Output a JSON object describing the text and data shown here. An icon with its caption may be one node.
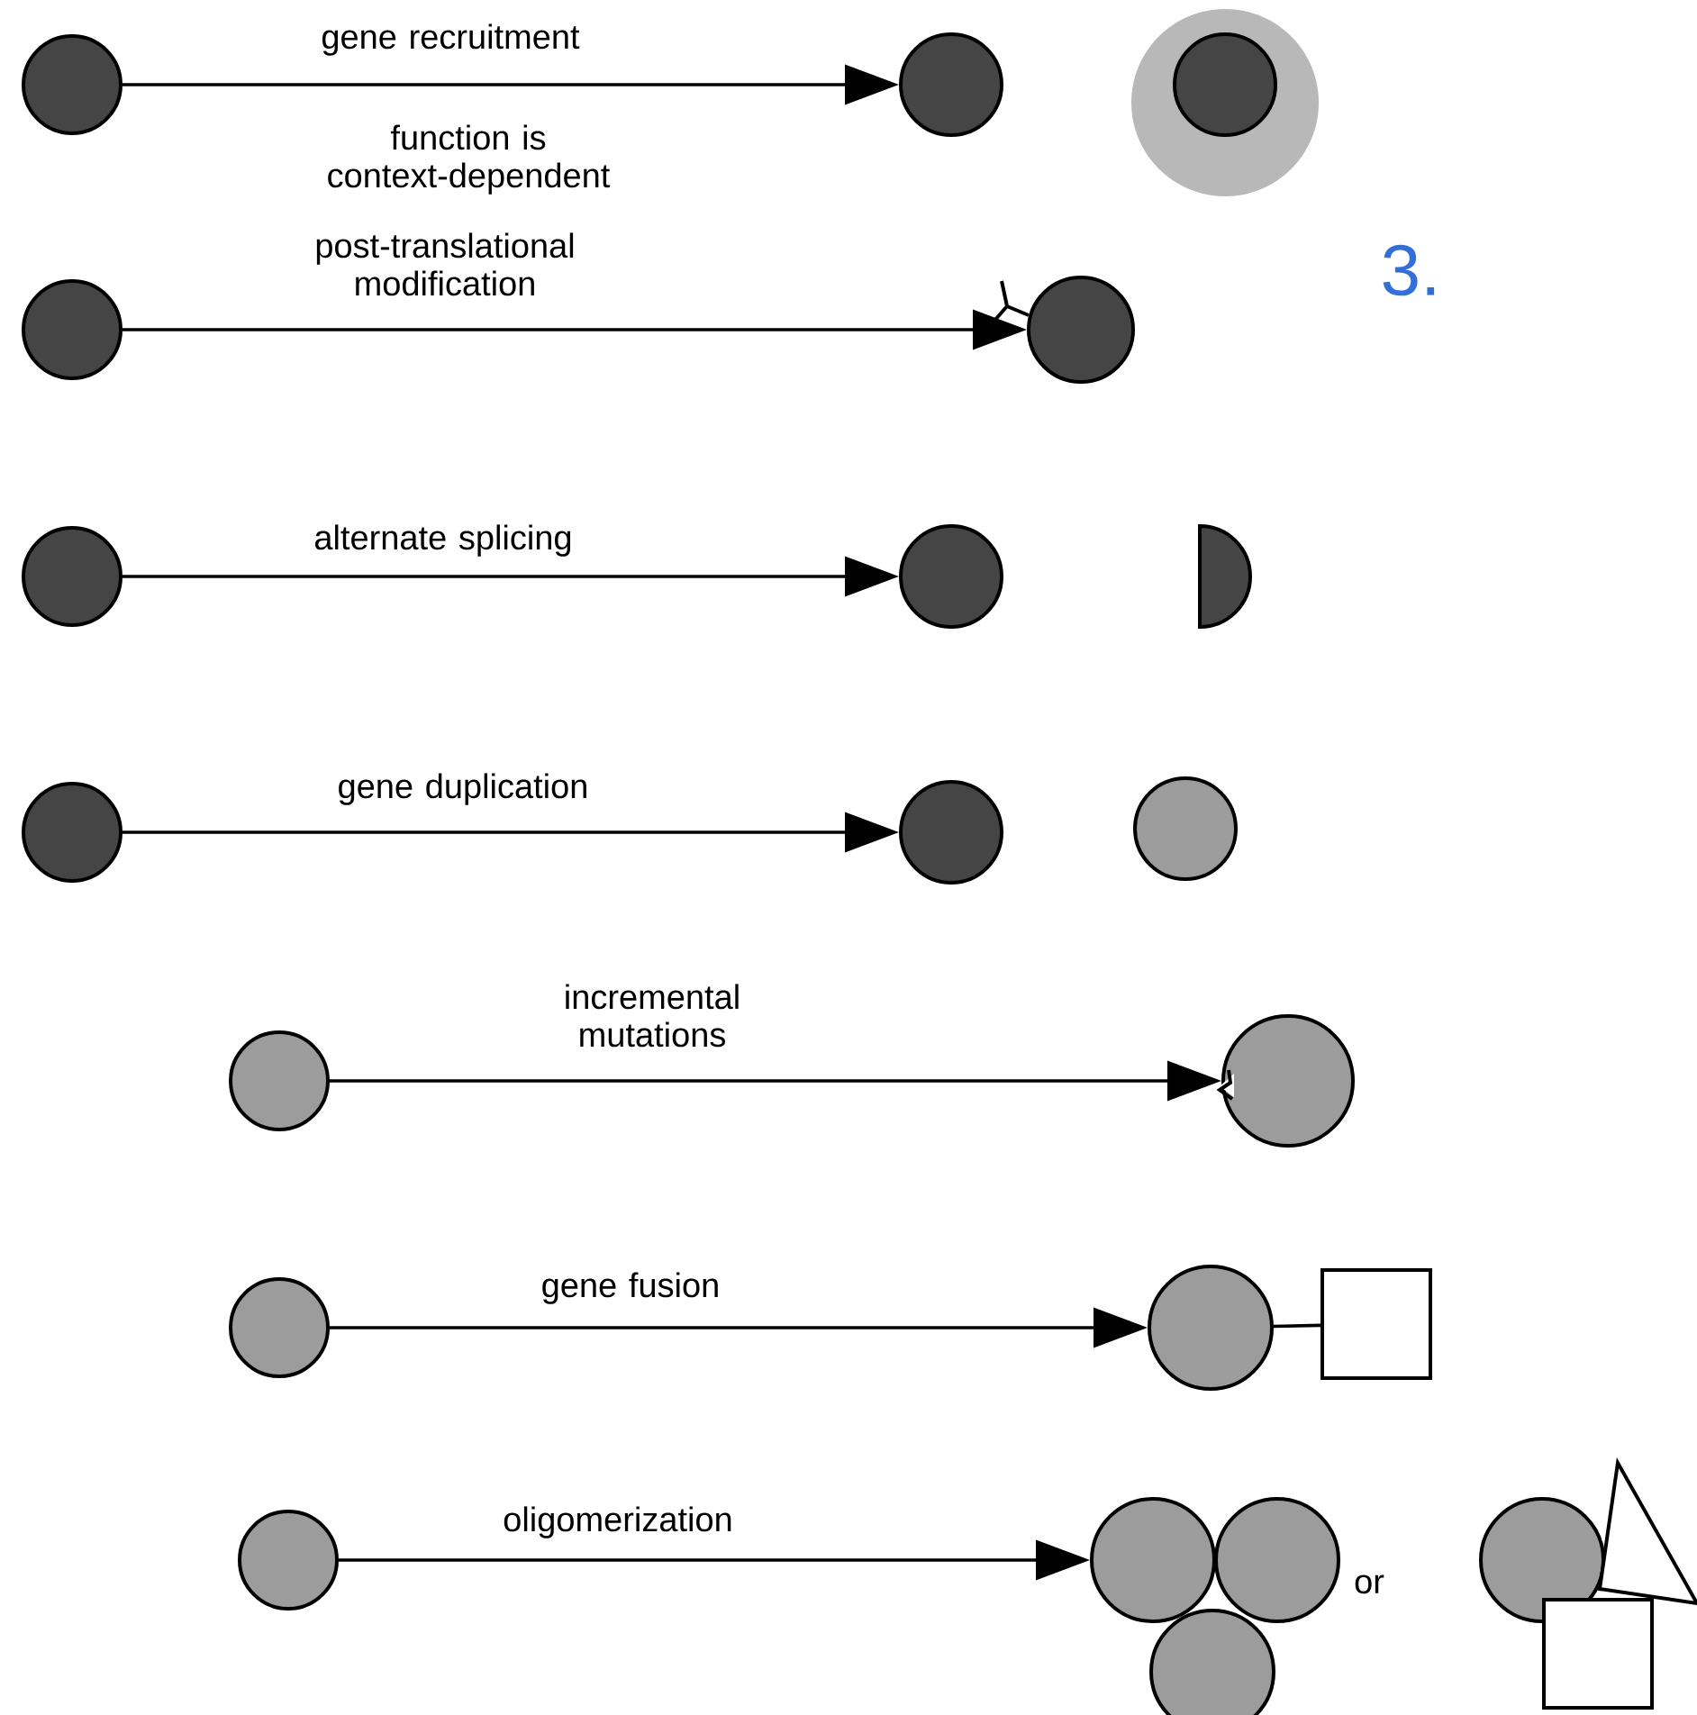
{
  "diagram": {
    "nodes": [
      {
        "text": [],
        "shape": "circle"
      },
      {
        "text": [],
        "shape": "circle"
      },
      {
        "text": [],
        "shape": "circle"
      },
      {
        "text": [],
        "shape": "circle",
        "in": 2
      },
      {
        "text": [],
        "shape": "circle"
      },
      {
        "text": [],
        "shape": "circle"
      },
      {
        "text": [],
        "shape": "circle"
      },
      {
        "text": [],
        "shape": "circle"
      },
      {
        "text": [],
        "shape": "semicircle"
      },
      {
        "text": [],
        "shape": "circle"
      },
      {
        "text": [],
        "shape": "circle"
      },
      {
        "text": [],
        "shape": "circle"
      },
      {
        "text": [],
        "shape": "circle"
      },
      {
        "text": [],
        "shape": "circle"
      },
      {
        "text": [],
        "shape": "circle"
      },
      {
        "text": [],
        "shape": "circle"
      },
      {
        "text": [],
        "shape": "box"
      },
      {
        "text": [],
        "shape": "circle"
      },
      {
        "text": [],
        "shape": "circle"
      },
      {
        "text": [],
        "shape": "circle"
      },
      {
        "text": [],
        "shape": "circle"
      },
      {
        "text": [],
        "shape": "circle"
      },
      {
        "text": [],
        "shape": "triangle"
      },
      {
        "text": [],
        "shape": "box"
      }
    ],
    "edges": [
      {
        "from": 0,
        "to": 1,
        "arrow": "to",
        "label": "gene recruitment"
      },
      {
        "from": 4,
        "to": 5,
        "arrow": "to",
        "label": "post-translational modification"
      },
      {
        "from": 6,
        "to": 7,
        "arrow": "to",
        "label": "alternate splicing"
      },
      {
        "from": 9,
        "to": 10,
        "arrow": "to",
        "label": "gene duplication"
      },
      {
        "from": 12,
        "to": 13,
        "arrow": "to",
        "label": "incremental mutations"
      },
      {
        "from": 14,
        "to": 15,
        "arrow": "to",
        "label": "gene fusion"
      },
      {
        "from": 15,
        "to": 16,
        "arrow": "none"
      },
      {
        "from": 17,
        "to": 18,
        "arrow": "to",
        "label": "oligomerization"
      }
    ],
    "labels": [
      "function is context-dependent",
      "3.",
      "or"
    ]
  }
}
